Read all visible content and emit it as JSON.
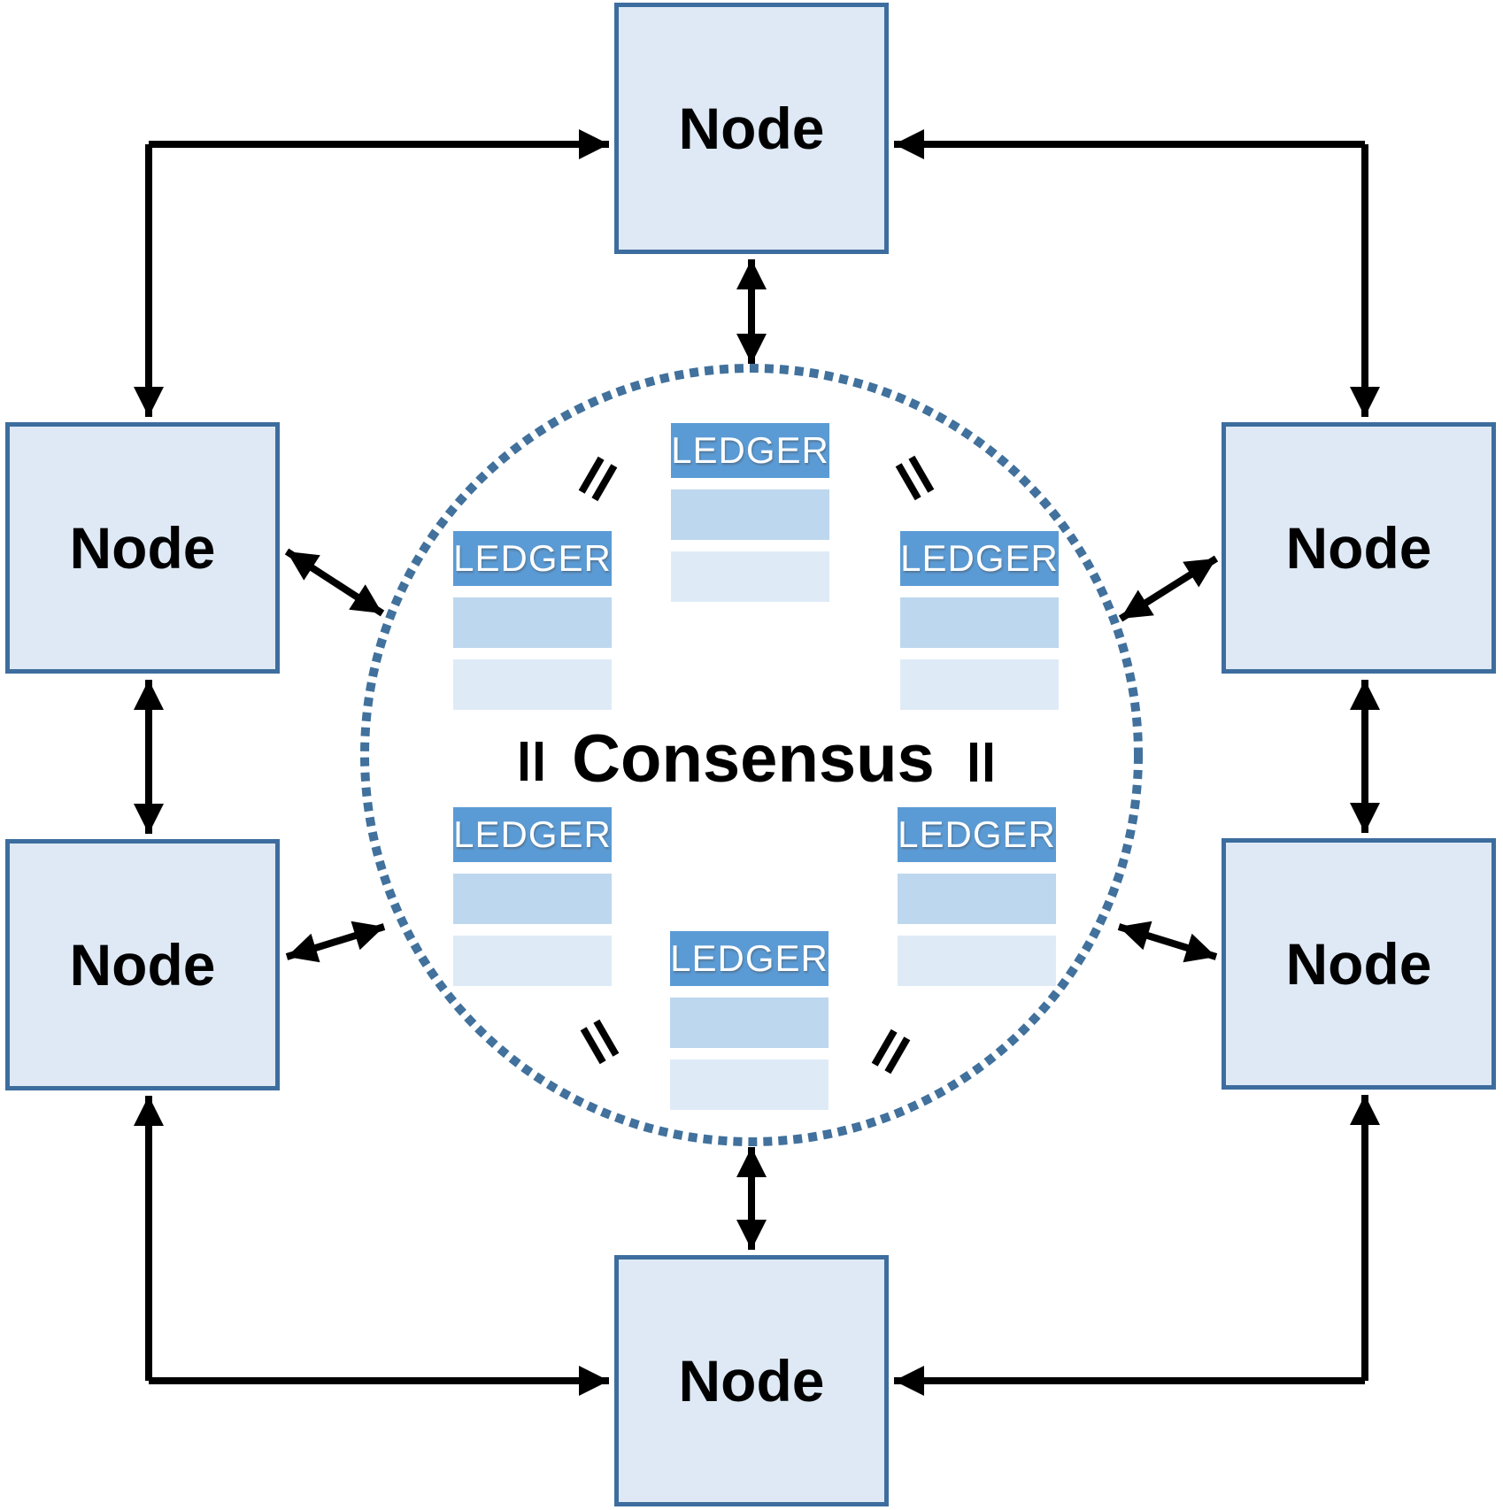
{
  "consensus": {
    "label": "Consensus"
  },
  "nodes": [
    {
      "position": "top",
      "label": "Node"
    },
    {
      "position": "upper-left",
      "label": "Node"
    },
    {
      "position": "lower-left",
      "label": "Node"
    },
    {
      "position": "upper-right",
      "label": "Node"
    },
    {
      "position": "lower-right",
      "label": "Node"
    },
    {
      "position": "bottom",
      "label": "Node"
    }
  ],
  "ledgers": [
    {
      "position": "top",
      "title": "LEDGER",
      "row_count": 2
    },
    {
      "position": "upper-left",
      "title": "LEDGER",
      "row_count": 2
    },
    {
      "position": "upper-right",
      "title": "LEDGER",
      "row_count": 2
    },
    {
      "position": "lower-left",
      "title": "LEDGER",
      "row_count": 2
    },
    {
      "position": "lower-right",
      "title": "LEDGER",
      "row_count": 2
    },
    {
      "position": "bottom",
      "title": "LEDGER",
      "row_count": 2
    }
  ],
  "equals_signs": [
    {
      "position": "upper-left",
      "symbol": "="
    },
    {
      "position": "upper-right",
      "symbol": "="
    },
    {
      "position": "mid-left",
      "symbol": "="
    },
    {
      "position": "mid-right",
      "symbol": "="
    },
    {
      "position": "lower-left",
      "symbol": "="
    },
    {
      "position": "lower-right",
      "symbol": "="
    }
  ],
  "colors": {
    "node_fill": "#DEE9F5",
    "node_border": "#3D6D9E",
    "ledger_header": "#5B9BD5",
    "ledger_row_mid": "#BDD7EE",
    "ledger_row_light": "#DEEBF7",
    "ledger_title_text": "#FFFFFF",
    "circle_dot": "#41719C",
    "arrow": "#000000",
    "text": "#000000"
  }
}
